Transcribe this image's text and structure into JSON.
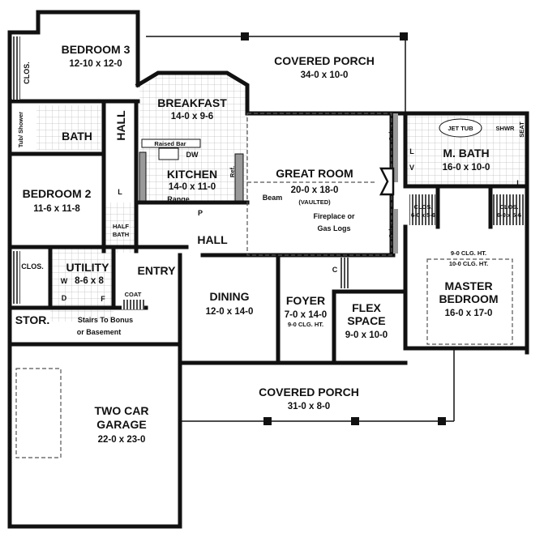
{
  "rooms": {
    "bedroom3": {
      "name": "BEDROOM 3",
      "size": "12-10 x 12-0"
    },
    "clos_b3": {
      "name": "CLOS."
    },
    "covered_porch_top": {
      "name": "COVERED PORCH",
      "size": "34-0 x 10-0"
    },
    "breakfast": {
      "name": "BREAKFAST",
      "size": "14-0 x 9-6"
    },
    "bath": {
      "name": "BATH"
    },
    "tub_shower": {
      "name": "Tub/ Shower"
    },
    "hall_vertical": {
      "name": "HALL"
    },
    "raised_bar": {
      "name": "Raised Bar"
    },
    "dw": {
      "name": "DW"
    },
    "kitchen": {
      "name": "KITCHEN",
      "size": "14-0 x 11-0"
    },
    "ref": {
      "name": "Ref."
    },
    "range": {
      "name": "Range"
    },
    "pantry": {
      "name": "P"
    },
    "linen": {
      "name": "L"
    },
    "great_room": {
      "name": "GREAT ROOM",
      "size": "20-0 x 18-0",
      "note": "(VAULTED)"
    },
    "beam": {
      "name": "Beam"
    },
    "fireplace": {
      "name": "Fireplace or",
      "name2": "Gas Logs"
    },
    "cabs_top": {
      "name": "Cabs"
    },
    "cabs_bottom": {
      "name": "Cabs"
    },
    "jet_tub": {
      "name": "JET TUB"
    },
    "shwr": {
      "name": "SHWR"
    },
    "seat": {
      "name": "SEAT"
    },
    "mbath": {
      "name": "M. BATH",
      "size": "16-0 x 10-0"
    },
    "mbath_l1": {
      "name": "L"
    },
    "mbath_v": {
      "name": "V"
    },
    "mbath_l2": {
      "name": "L"
    },
    "clos1": {
      "name": "CLOS.",
      "size": "6-0 x 5-6"
    },
    "clos2": {
      "name": "CLOS.",
      "size": "6-0 x 5-6"
    },
    "bedroom2": {
      "name": "BEDROOM 2",
      "size": "11-6 x 11-8"
    },
    "half_bath": {
      "name": "HALF",
      "name2": "BATH"
    },
    "hall_horizontal": {
      "name": "HALL"
    },
    "clos_b2": {
      "name": "CLOS."
    },
    "utility": {
      "name": "UTILITY",
      "size": "8-6 x 8"
    },
    "washer": {
      "name": "W"
    },
    "dryer": {
      "name": "D"
    },
    "freezer": {
      "name": "F"
    },
    "entry": {
      "name": "ENTRY"
    },
    "coat": {
      "name": "COAT"
    },
    "stor": {
      "name": "STOR."
    },
    "stairs": {
      "name": "Stairs To Bonus",
      "name2": "or Basement"
    },
    "dining": {
      "name": "DINING",
      "size": "12-0 x 14-0"
    },
    "foyer": {
      "name": "FOYER",
      "size": "7-0 x 14-0",
      "note": "9-0 CLG. HT."
    },
    "closet_c": {
      "name": "C"
    },
    "flex": {
      "name": "FLEX",
      "name2": "SPACE",
      "size": "9-0 x 10-0"
    },
    "master": {
      "name": "MASTER",
      "name2": "BEDROOM",
      "size": "16-0 x 17-0",
      "note1": "9-0 CLG. HT.",
      "note2": "10-0 CLG. HT."
    },
    "covered_porch_bottom": {
      "name": "COVERED PORCH",
      "size": "31-0 x 8-0"
    },
    "garage": {
      "name": "TWO CAR",
      "name2": "GARAGE",
      "size": "22-0 x 23-0"
    }
  }
}
